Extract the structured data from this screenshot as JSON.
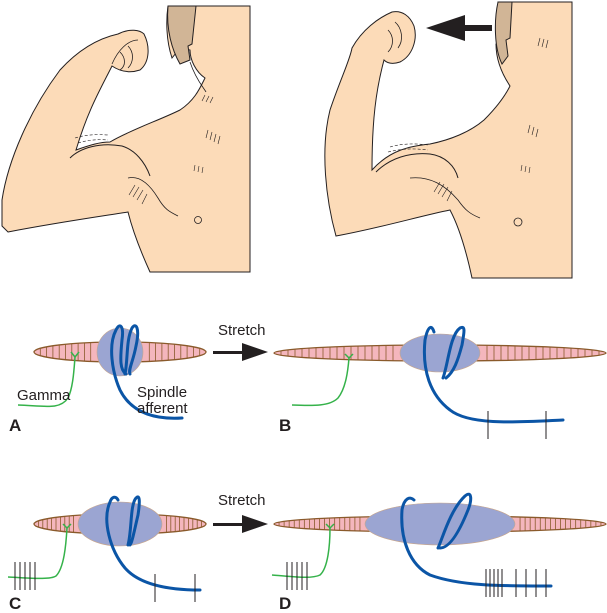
{
  "figure": {
    "colors": {
      "skin": "#fcdbb8",
      "hair": "#d1b596",
      "outline": "#231f20",
      "extrafusal_fill": "#f4b6bd",
      "extrafusal_stroke": "#8a5a2b",
      "spindle_capsule": "#9ba5d2",
      "afferent": "#0b55a6",
      "gamma": "#35b24a",
      "spike": "#231f20"
    },
    "top_panels": [
      {
        "name": "arm-flexed",
        "has_arrow": false
      },
      {
        "name": "arm-flexed-stretched",
        "has_arrow": true,
        "arrow_direction": "left"
      }
    ],
    "labels": {
      "stretch_1": "Stretch",
      "stretch_2": "Stretch",
      "gamma": "Gamma",
      "spindle_line1": "Spindle",
      "spindle_line2": "afferent"
    },
    "panels": [
      {
        "letter": "A",
        "condition": "rest",
        "gamma_spikes": 0,
        "afferent_spikes": 0
      },
      {
        "letter": "B",
        "condition": "stretch",
        "gamma_spikes": 0,
        "afferent_spikes": 2
      },
      {
        "letter": "C",
        "condition": "gamma active",
        "gamma_spikes": 5,
        "afferent_spikes": 2
      },
      {
        "letter": "D",
        "condition": "gamma active + stretch",
        "gamma_spikes": 5,
        "afferent_spikes": 9
      }
    ]
  }
}
